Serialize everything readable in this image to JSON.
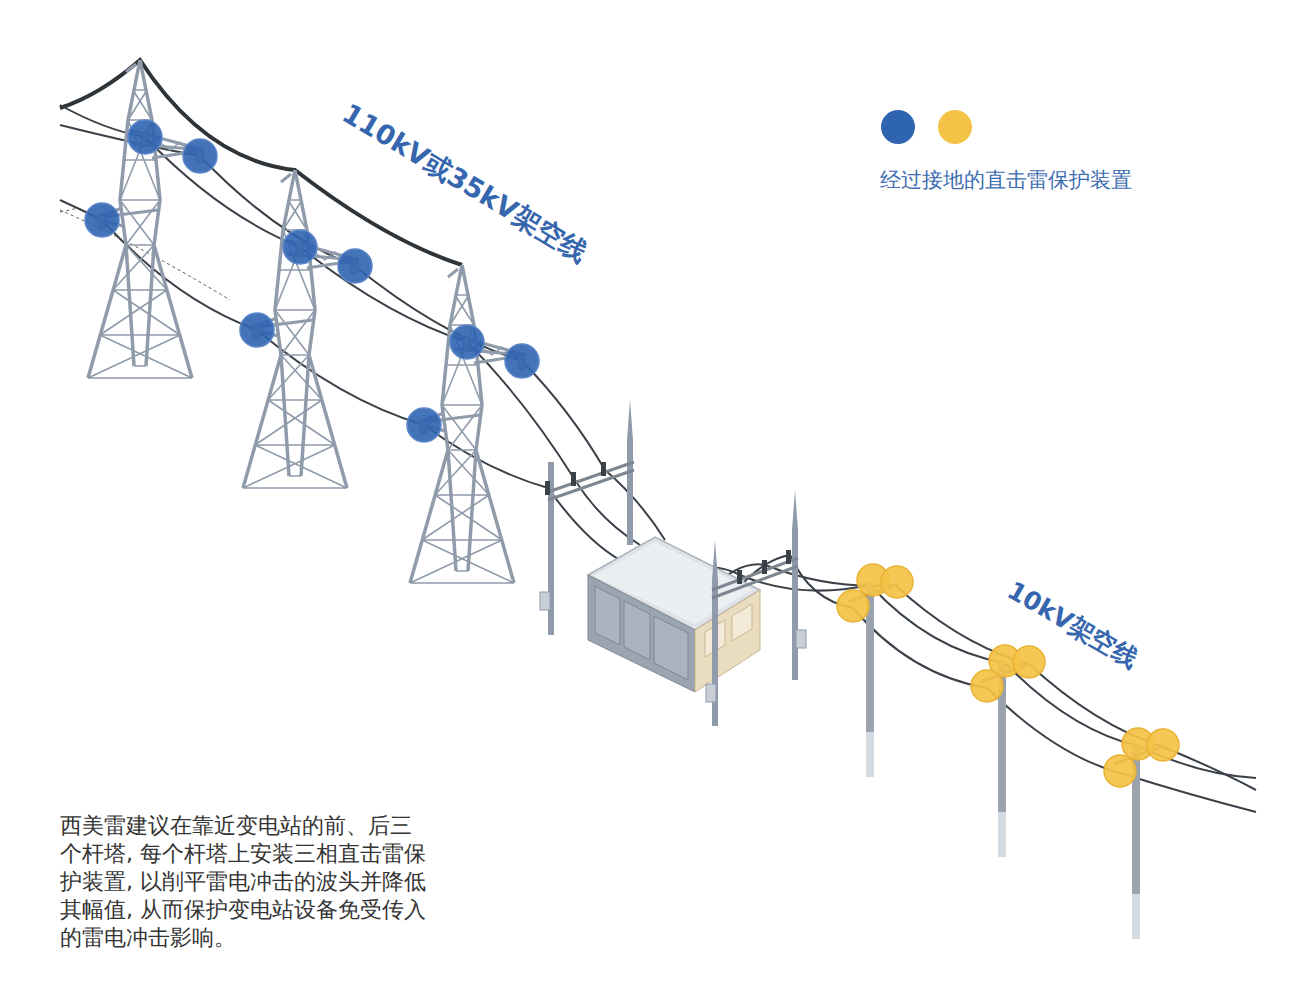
{
  "diagram": {
    "labels": [
      "110kV或35kV架空线",
      "10kV架空线",
      "西美雷建议在靠近变电站的前、后三个杆塔, 每个杆塔上安装三相直击雷保护装置, 以削平雷电冲击的波头并降低其幅值, 从而保护变电站设备免受传入的雷电冲击影响。"
    ],
    "legend": [
      {
        "text": "经过接地的直击雷保护装置",
        "color": "#2f64b0"
      }
    ]
  }
}
